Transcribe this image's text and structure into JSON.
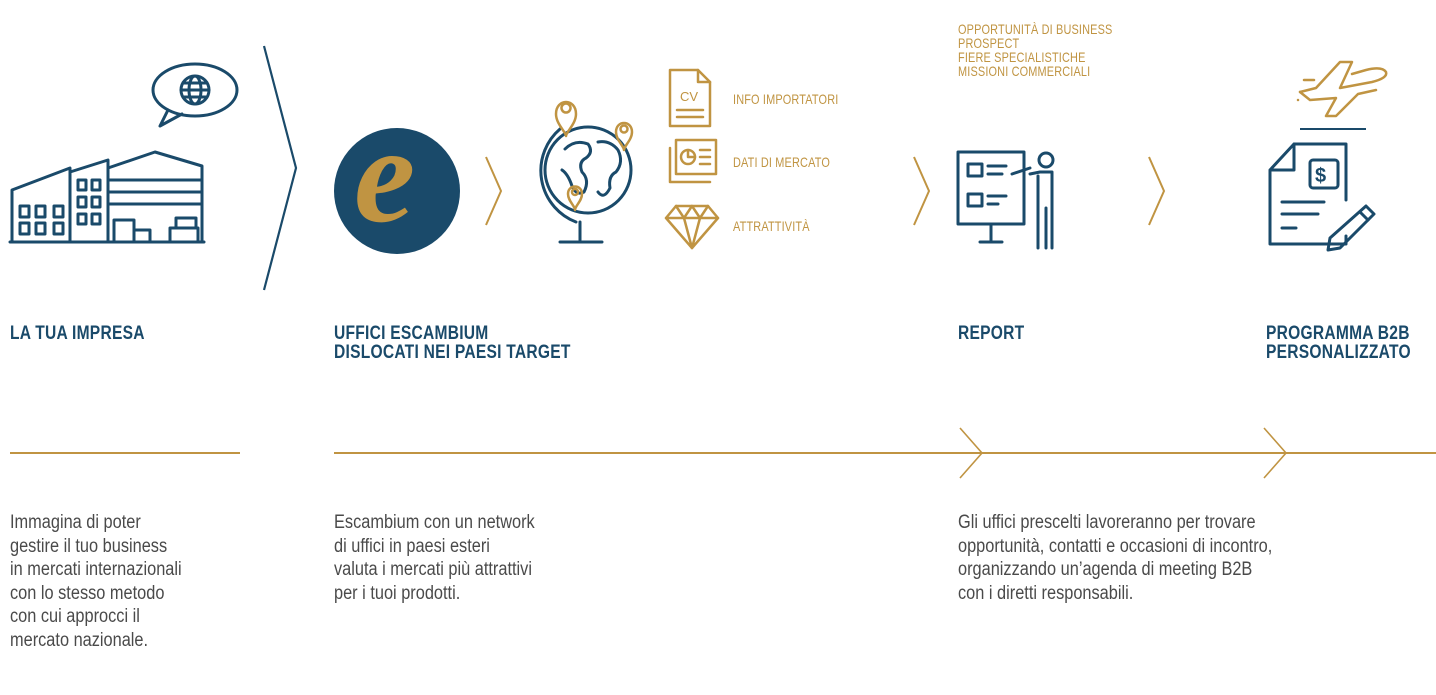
{
  "colors": {
    "navy": "#1a4a6a",
    "gold": "#c09442",
    "text": "#4a4a4a"
  },
  "steps": {
    "impresa": {
      "title": "LA TUA IMPRESA",
      "icon": "building-icon"
    },
    "uffici": {
      "title_line1": "UFFICI ESCAMBIUM",
      "title_line2": "DISLOCATI NEI PAESI TARGET",
      "logo_letter": "e"
    },
    "report": {
      "title": "REPORT"
    },
    "programma": {
      "title_line1": "PROGRAMMA B2B",
      "title_line2": "PERSONALIZZATO"
    }
  },
  "analysis_items": [
    {
      "label": "INFO IMPORTATORI",
      "icon": "cv-document-icon",
      "icon_text": "CV"
    },
    {
      "label": "DATI DI MERCATO",
      "icon": "market-data-icon"
    },
    {
      "label": "ATTRATTIVITÀ",
      "icon": "diamond-icon"
    }
  ],
  "report_items": [
    "OPPORTUNITÀ DI BUSINESS",
    "PROSPECT",
    "FIERE SPECIALISTICHE",
    "MISSIONI COMMERCIALI"
  ],
  "descriptions": {
    "impresa": [
      "Immagina di poter",
      "gestire il tuo business",
      "in mercati internazionali",
      "con lo stesso metodo",
      "con cui approcci il",
      "mercato nazionale."
    ],
    "uffici": [
      "Escambium con un network",
      "di uffici in paesi esteri",
      "valuta i mercati più attrattivi",
      "per i tuoi prodotti."
    ],
    "report": [
      "Gli uffici prescelti lavoreranno per trovare",
      "opportunità, contatti e occasioni di incontro,",
      "organizzando un’agenda di meeting B2B",
      "con i diretti responsabili."
    ]
  }
}
